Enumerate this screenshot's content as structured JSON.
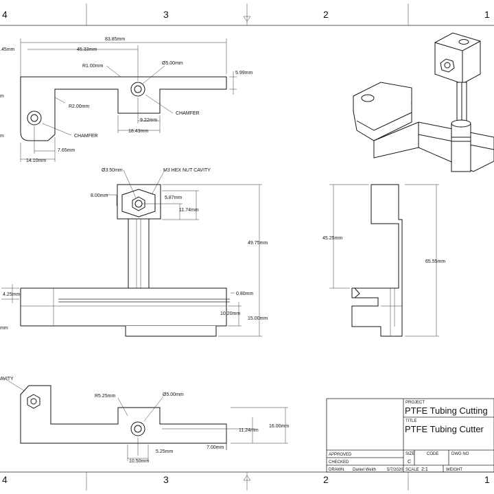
{
  "zones": {
    "top": [
      "4",
      "3",
      "2",
      "1"
    ],
    "bottom": [
      "4",
      "3",
      "2",
      "1"
    ]
  },
  "top_view": {
    "dims": [
      "83.85mm",
      "45.33mm",
      ".45mm",
      "Ø5.00mm",
      "R1.00mm",
      "5.99mm",
      "R2.00mm",
      "CHAMFER",
      "9.22mm",
      "18.43mm",
      "CHAMFER",
      "7.65mm",
      "14.10mm",
      "m",
      "m"
    ]
  },
  "front_view": {
    "dims": [
      "Ø3.50mm",
      "M3 HEX NUT CAVITY",
      "8.00mm",
      "5.87mm",
      "11.74mm",
      "49.75mm",
      "4.25mm",
      "0.80mm",
      "10.20mm",
      "15.00mm",
      "mm"
    ]
  },
  "side_view": {
    "dims": [
      "45.25mm",
      "65.55mm"
    ]
  },
  "bottom_view": {
    "dims": [
      "AVITY",
      "R5.25mm",
      "Ø5.00mm",
      "16.00mm",
      "11.24mm",
      "7.00mm",
      "5.25mm",
      "10.50mm"
    ]
  },
  "title_block": {
    "project_label": "PROJECT",
    "project": "PTFE Tubing Cutting",
    "title_label": "TITLE",
    "title": "PTFE Tubing Cutter",
    "approved": "APPROVED",
    "checked": "CHECKED",
    "drawn": "DRAWN",
    "drawn_by": "Daniel Weith",
    "date": "5/7/2020",
    "size_label": "SIZE",
    "size": "C",
    "code_label": "CODE",
    "dwg_label": "DWG NO",
    "scale_label": "SCALE",
    "scale": "2:1",
    "weight_label": "WEIGHT"
  }
}
